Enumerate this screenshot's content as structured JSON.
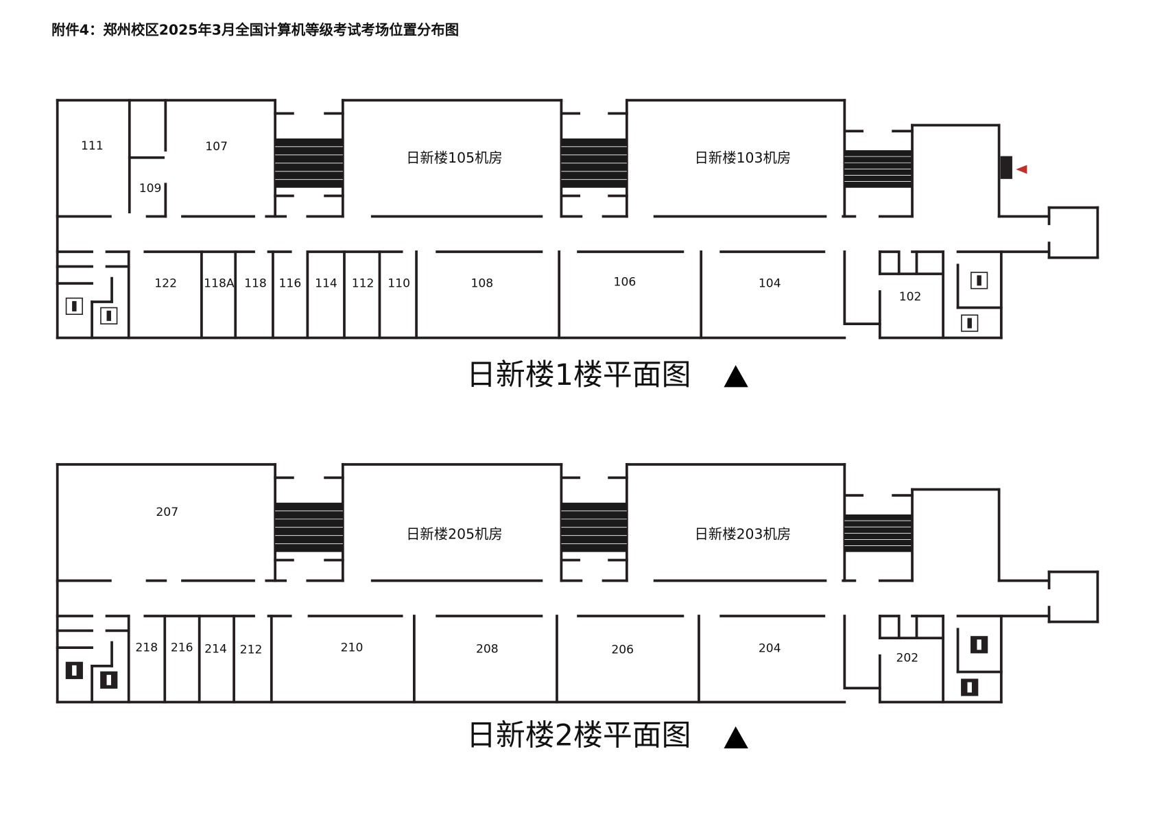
{
  "title": "附件4：郑州校区2025年3月全国计算机等级考试考场位置分布图",
  "floors": [
    {
      "caption": "日新楼1楼平面图",
      "labs": [
        "日新楼105机房",
        "日新楼103机房"
      ],
      "rooms_top": [
        "111",
        "107",
        "109"
      ],
      "rooms_bottom": [
        "122",
        "118A",
        "118",
        "116",
        "114",
        "112",
        "110",
        "108",
        "106",
        "104",
        "102"
      ]
    },
    {
      "caption": "日新楼2楼平面图",
      "labs": [
        "日新楼205机房",
        "日新楼203机房"
      ],
      "rooms_top": [
        "207"
      ],
      "rooms_bottom": [
        "218",
        "216",
        "214",
        "212",
        "210",
        "208",
        "206",
        "204",
        "202"
      ]
    }
  ],
  "colors": {
    "wall": "#231f20",
    "entrance_marker": "#c0302a"
  }
}
